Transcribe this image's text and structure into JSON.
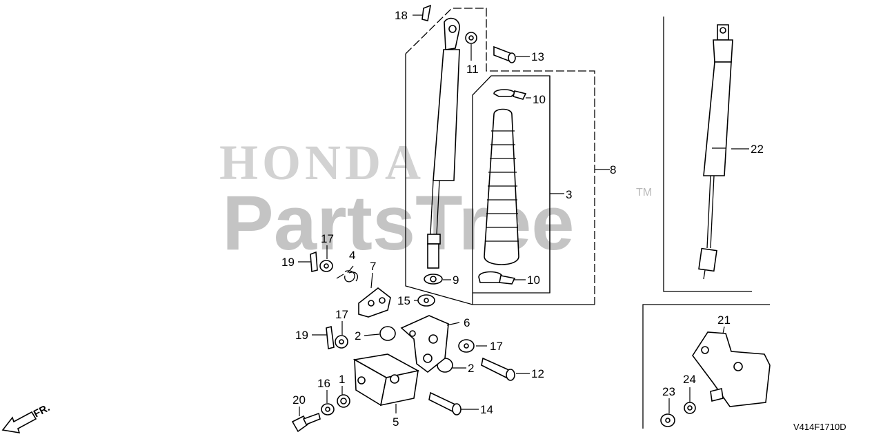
{
  "watermark": {
    "brand": "HONDA",
    "text": "PartsTree",
    "tm": "TM"
  },
  "diagram_code": "V414F1710D",
  "direction_label": "FR.",
  "callouts": {
    "c1": "1",
    "c2a": "2",
    "c2b": "2",
    "c3": "3",
    "c4": "4",
    "c5": "5",
    "c6": "6",
    "c7": "7",
    "c8": "8",
    "c9": "9",
    "c10a": "10",
    "c10b": "10",
    "c11": "11",
    "c12": "12",
    "c13": "13",
    "c14": "14",
    "c15": "15",
    "c16": "16",
    "c17a": "17",
    "c17b": "17",
    "c17c": "17",
    "c18": "18",
    "c19a": "19",
    "c19b": "19",
    "c20": "20",
    "c21": "21",
    "c22": "22",
    "c23": "23",
    "c24": "24"
  }
}
